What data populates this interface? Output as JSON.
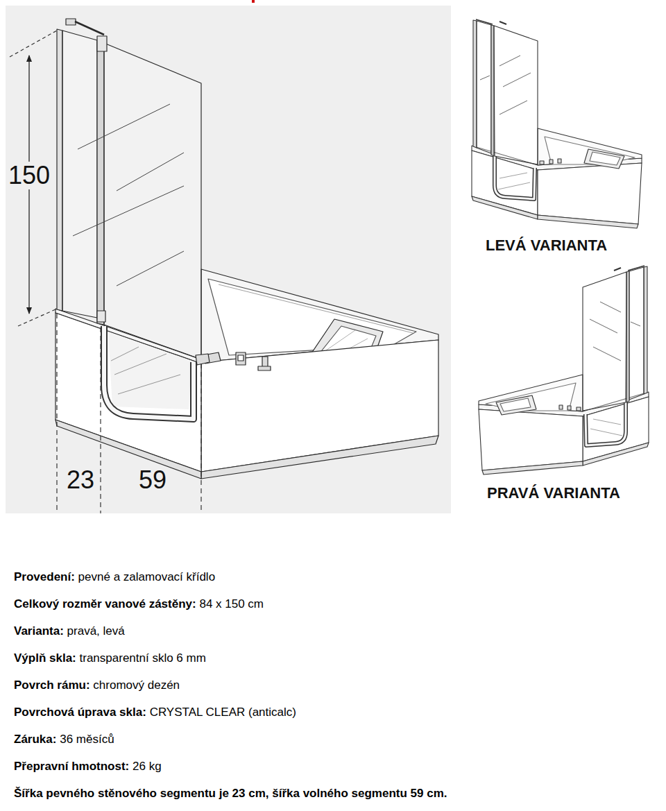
{
  "diagram": {
    "labels": [
      "150",
      "23",
      "59",
      "LEVÁ VARIANTA",
      "PRAVÁ VARIANTA",
      "Provedení:",
      "pevné a zalamovací křídlo",
      "Celkový rozměr vanové zástěny:",
      "84 x 150 cm",
      "Varianta:",
      "pravá, levá",
      "Výplň skla:",
      "transparentní sklo 6 mm",
      "Povrch rámu:",
      "chromový dezén",
      "Povrchová úprava skla:",
      "CRYSTAL CLEAR (anticalc)",
      "Záruka:",
      "36 měsíců",
      "Přepravní hmotnost:",
      "26 kg",
      "Šířka pevného stěnového segmentu je 23 cm, šířka volného segmentu 59 cm."
    ]
  }
}
